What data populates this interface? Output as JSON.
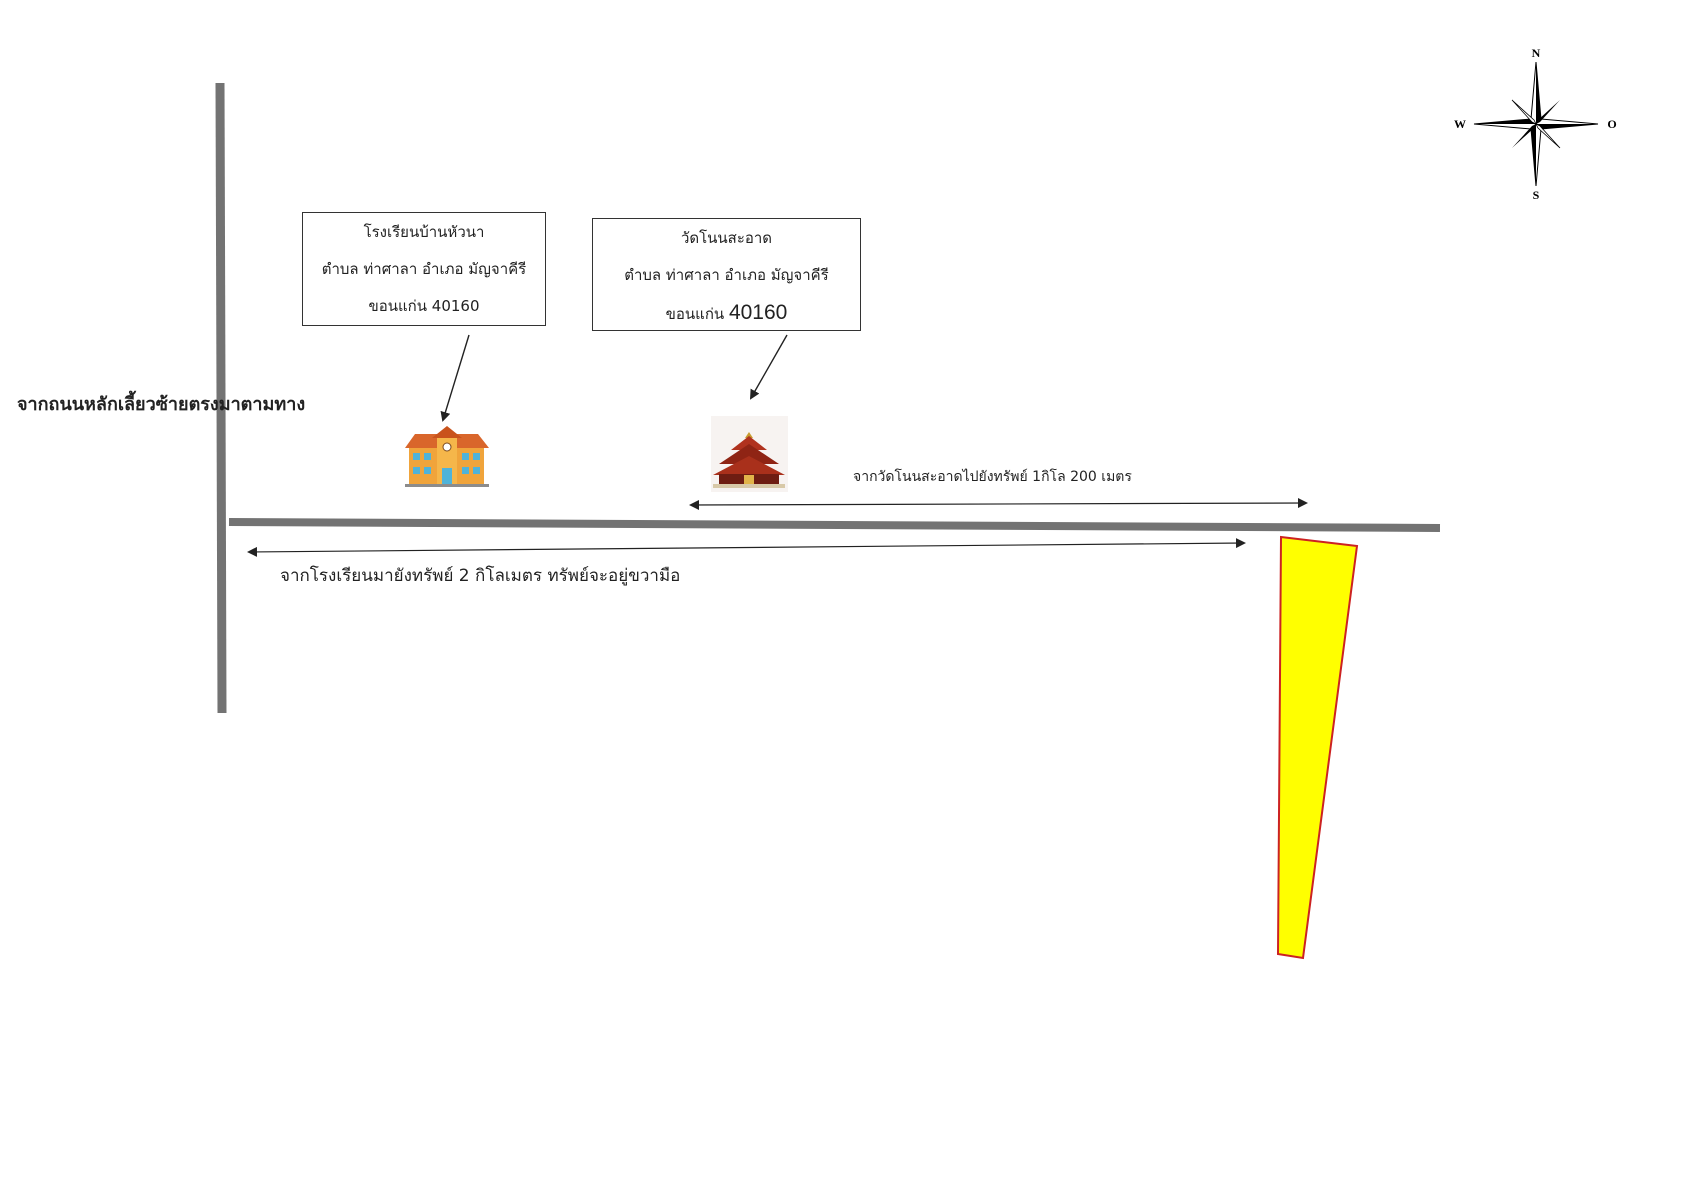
{
  "school_label": {
    "name": "โรงเรียนบ้านหัวนา",
    "address": "ตำบล ท่าศาลา อำเภอ มัญจาคีรี",
    "province": "ขอนแก่น",
    "postcode": "40160"
  },
  "temple_label": {
    "name": "วัดโนนสะอาด",
    "address": "ตำบล ท่าศาลา อำเภอ มัญจาคีรี",
    "province": "ขอนแก่น",
    "postcode": "40160"
  },
  "directions": {
    "main_road_turn": "จากถนนหลักเลี้ยวซ้ายตรงมาตามทาง",
    "temple_to_property": "จากวัดโนนสะอาดไปยังทรัพย์ 1กิโล 200 เมตร",
    "school_to_property": "จากโรงเรียนมายังทรัพย์ 2 กิโลเมตร ทรัพย์จะอยู่ขวามือ"
  },
  "compass": {
    "north": "N",
    "south": "S",
    "west": "W",
    "east": "O"
  },
  "icons": {
    "school": "school-building-icon",
    "temple": "temple-icon",
    "compass": "compass-rose-icon"
  },
  "colors": {
    "road": "#737373",
    "property_fill": "#ffff00",
    "property_stroke": "#cc2222",
    "arrow": "#222222"
  }
}
